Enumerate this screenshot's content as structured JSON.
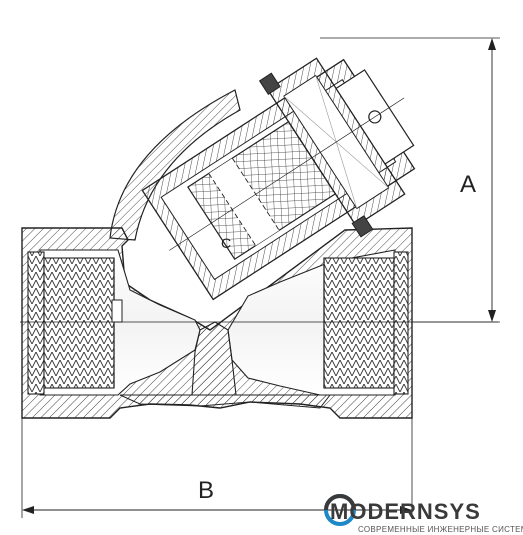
{
  "diagram": {
    "labels": {
      "dim_a": "A",
      "dim_b": "B",
      "dim_c": "C"
    }
  },
  "logo": {
    "name": "MODERNSYS",
    "name_prefix": "M",
    "name_rest": "ODERNSYS",
    "tagline": "СОВРЕМЕННЫЕ ИНЖЕНЕРНЫЕ СИСТЕМЫ",
    "colors": {
      "ring_blue": "#1e88c8",
      "ring_dark": "#3a3a3a"
    }
  }
}
